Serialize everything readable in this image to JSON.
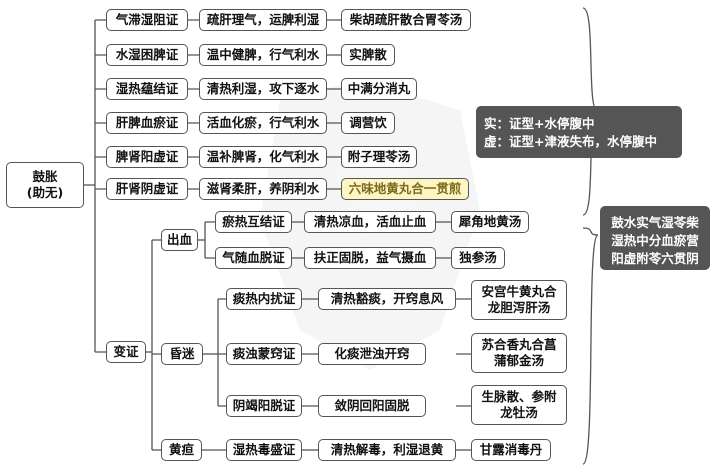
{
  "root": "鼓胀\n(助无)",
  "types": [
    {
      "pattern": "气滞湿阻证",
      "method": "疏肝理气，运脾利湿",
      "formula": "柴胡疏肝散合胃苓汤"
    },
    {
      "pattern": "水湿困脾证",
      "method": "温中健脾，行气利水",
      "formula": "实脾散"
    },
    {
      "pattern": "湿热蕴结证",
      "method": "清热利湿，攻下逐水",
      "formula": "中满分消丸"
    },
    {
      "pattern": "肝脾血瘀证",
      "method": "活血化瘀，行气利水",
      "formula": "调营饮"
    },
    {
      "pattern": "脾肾阳虚证",
      "method": "温补脾肾，化气利水",
      "formula": "附子理苓汤"
    },
    {
      "pattern": "肝肾阴虚证",
      "method": "滋肾柔肝，养阴利水",
      "formula": "六味地黄丸合一贯煎"
    }
  ],
  "complications": {
    "label": "变证",
    "groups": [
      {
        "name": "出血",
        "items": [
          {
            "pattern": "瘀热互结证",
            "method": "清热凉血，活血止血",
            "formula": "犀角地黄汤"
          },
          {
            "pattern": "气随血脱证",
            "method": "扶正固脱，益气摄血",
            "formula": "独参汤"
          }
        ]
      },
      {
        "name": "昏迷",
        "items": [
          {
            "pattern": "痰热内扰证",
            "method": "清热豁痰，开窍息风",
            "formula": "安宫牛黄丸合\n龙胆泻肝汤"
          },
          {
            "pattern": "痰浊蒙窍证",
            "method": "化痰泄浊开窍",
            "formula": "苏合香丸合菖\n蒲郁金汤"
          },
          {
            "pattern": "阴竭阳脱证",
            "method": "敛阴回阳固脱",
            "formula": "生脉散、参附\n龙牡汤"
          }
        ]
      },
      {
        "name": "黄疸",
        "items": [
          {
            "pattern": "湿热毒盛证",
            "method": "清热解毒，利湿退黄",
            "formula": "甘露消毒丹"
          }
        ]
      }
    ]
  },
  "note": "实：证型+水停腹中\n虚：证型+津液失布，水停腹中",
  "summary": "鼓水实气湿苓柴\n湿热中分血瘀营\n阳虚附苓六贯阴",
  "colors": {
    "line": "#555555",
    "dark_box": "#555555",
    "highlight_bg": "#fdf5c4",
    "watermark": "#d9d9d9"
  }
}
